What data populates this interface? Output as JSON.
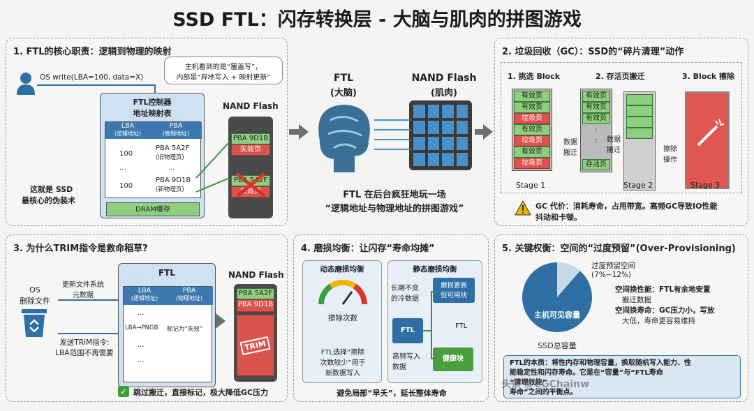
{
  "title": "SSD FTL：闪存转换层 - 大脑与肌肉的拼图游戏",
  "p1": {
    "h": "1. FTL的核心职责：逻辑到物理的映射",
    "write": "OS write(LBA=100, data=X)",
    "bubble1": "主机看到的是“覆盖写”，",
    "bubble2": "内部是“异地写入 + 映射更新”",
    "ctrl": "FTL控制器",
    "map": "地址映射表",
    "lba": "LBA",
    "lba2": "(逻辑地址)",
    "pba": "PBA",
    "pba2": "(物理地址)",
    "r1a": "100",
    "r1b": "PBA 5A2F",
    "r1c": "(旧物理页)",
    "dots": "...",
    "r2a": "100",
    "r2b": "PBA 9D1B",
    "r2c": "(新物理页)",
    "dram": "DRAM缓存",
    "note1": "这就是 SSD",
    "note2": "最核心的伪装术",
    "nand": "NAND Flash",
    "n1": "PBA 9D1B",
    "n2": "失效页",
    "n3": "PBA 5A2F",
    "n4": "失效页"
  },
  "mid": {
    "ftl": "FTL",
    "ftl2": "(大脑)",
    "nand": "NAND Flash",
    "nand2": "(肌肉)",
    "t1": "FTL 在后台疯狂地玩一场",
    "t2": "“逻辑地址与物理地址的拼图游戏”"
  },
  "p2": {
    "h": "2. 垃圾回收（GC）：SSD的“碎片清理”动作",
    "s1": "1. 挑选 Block",
    "s2": "2. 存活页搬迁",
    "s3": "3. Block 擦除",
    "blk1": [
      "有效页",
      "有效页",
      "垃圾页",
      "有效页",
      "垃圾页",
      "有效页",
      "垃圾页"
    ],
    "mv": "数据\n搬迁",
    "blk2": [
      "有效页",
      "有效页",
      "有效页"
    ],
    "blk2b": "存活页",
    "mv2": "数据\n搬迁",
    "er": "擦除\n操作",
    "st1": "Stage 1",
    "st2": "Stage 2",
    "st3": "Stage 3",
    "warn1": "GC 代价：消耗寿命，占用带宽。高频GC导致IO性能",
    "warn2": "抖动和卡顿。"
  },
  "p3": {
    "h": "3. 为什么TRIM指令是救命稻草?",
    "os": "OS",
    "os2": "删除文件",
    "upd1": "更新文件系统",
    "upd2": "元数据",
    "trim1": "发送TRIM指令:",
    "trim2": "LBA范围不再需要",
    "ftl": "FTL",
    "lba": "LBA",
    "lba2": "(逻辑地址)",
    "pba": "PBA",
    "pba2": "(物理地址)",
    "row": "LBA→PNGB",
    "mark": "标记为“失效”",
    "d": "...",
    "nand": "NAND Flash",
    "n1": "PBA 5A2F",
    "n2": "PBA 9D1B",
    "trim": "TRIM",
    "foot": "跳过搬迁，直接标记，极大降低GC压力"
  },
  "p4": {
    "h": "4. 磨损均衡：让闪存“寿命均摊”",
    "dyn": "动态磨损均衡",
    "cnt": "擦除次数",
    "d1": "FTL选择“擦除",
    "d2": "次数较少”用于",
    "d3": "新数据写入",
    "stat": "静态磨损均衡",
    "cold1": "长期不变",
    "cold2": "的冷数据",
    "hot1": "磨损更高",
    "hot2": "但可用块",
    "ftl": "FTL",
    "ftl2": "FTL",
    "w1": "高频写入",
    "w2": "数据",
    "healthy": "健康块",
    "foot": "避免局部“早夭”，延长整体寿命"
  },
  "p5": {
    "h": "5. 关键权衡：空间的“过度预留”(Over-Provisioning)",
    "op1": "过度预留空间",
    "op2": "(7%~12%)",
    "host": "主机可见容量",
    "total": "SSD总容量",
    "b1": "空间换性能：FTL有余地安置",
    "b1b": "搬迁数据",
    "b2": "空间换寿命：GC压力小，写放",
    "b2b": "大低，寿命更容易维持",
    "s1": "FTL的本质：将性内存和物理容量，换取随机写入能力、性",
    "s2": "能稳定性和闪存寿命。它是在“容量”与“FTL寿命",
    "s3": "“清理效能”",
    "s4": "寿命”之间的平衡点。"
  },
  "wm": "头条 @CGChainw"
}
